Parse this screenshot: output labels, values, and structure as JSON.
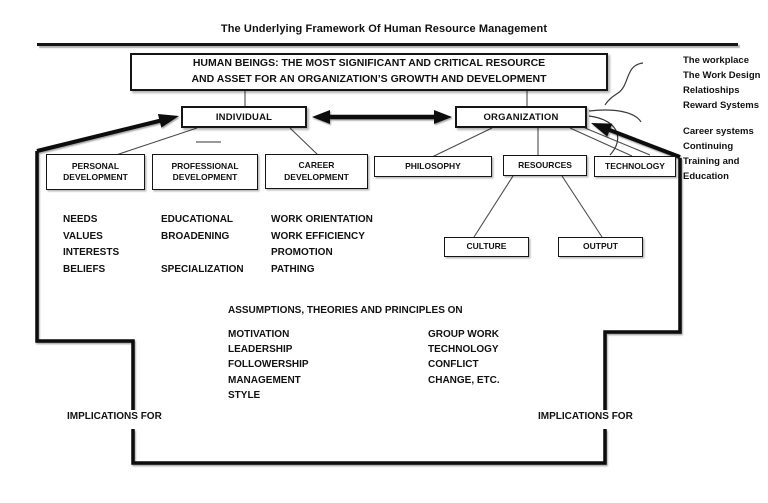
{
  "title": "The Underlying Framework Of Human Resource Management",
  "main_box": {
    "line1": "HUMAN BEINGS: THE MOST SIGNIFICANT AND CRITICAL RESOURCE",
    "line2": "AND ASSET FOR AN ORGANIZATION’S GROWTH AND DEVELOPMENT"
  },
  "nodes": {
    "individual": "INDIVIDUAL",
    "organization": "ORGANIZATION",
    "personal_development": "PERSONAL DEVELOPMENT",
    "professional_development": "PROFESSIONAL DEVELOPMENT",
    "career_development": "CAREER DEVELOPMENT",
    "philosophy": "PHILOSOPHY",
    "resources": "RESOURCES",
    "technology": "TECHNOLOGY",
    "culture": "CULTURE",
    "output": "OUTPUT"
  },
  "lists": {
    "personal_items": [
      "NEEDS",
      "VALUES",
      "INTERESTS",
      "BELIEFS"
    ],
    "professional_items": [
      "EDUCATIONAL",
      "BROADENING",
      "",
      "SPECIALIZATION"
    ],
    "career_items": [
      "WORK ORIENTATION",
      "WORK EFFICIENCY",
      "PROMOTION",
      "PATHING"
    ],
    "assumptions_heading": "ASSUMPTIONS, THEORIES AND PRINCIPLES ON",
    "assumptions_left": [
      "MOTIVATION",
      "LEADERSHIP",
      "FOLLOWERSHIP",
      "MANAGEMENT",
      "STYLE"
    ],
    "assumptions_right": [
      "GROUP WORK",
      "TECHNOLOGY",
      "CONFLICT",
      "CHANGE, ETC."
    ]
  },
  "side_notes": {
    "block1": [
      "The workplace",
      "The Work Design",
      "Relatioships",
      "Reward Systems"
    ],
    "block2": [
      "Career systems",
      "Continuing",
      "Training and",
      "Education"
    ]
  },
  "implications_left": "IMPLICATIONS FOR",
  "implications_right": "IMPLICATIONS FOR",
  "colors": {
    "ink": "#111111",
    "line_gray": "#999999"
  }
}
